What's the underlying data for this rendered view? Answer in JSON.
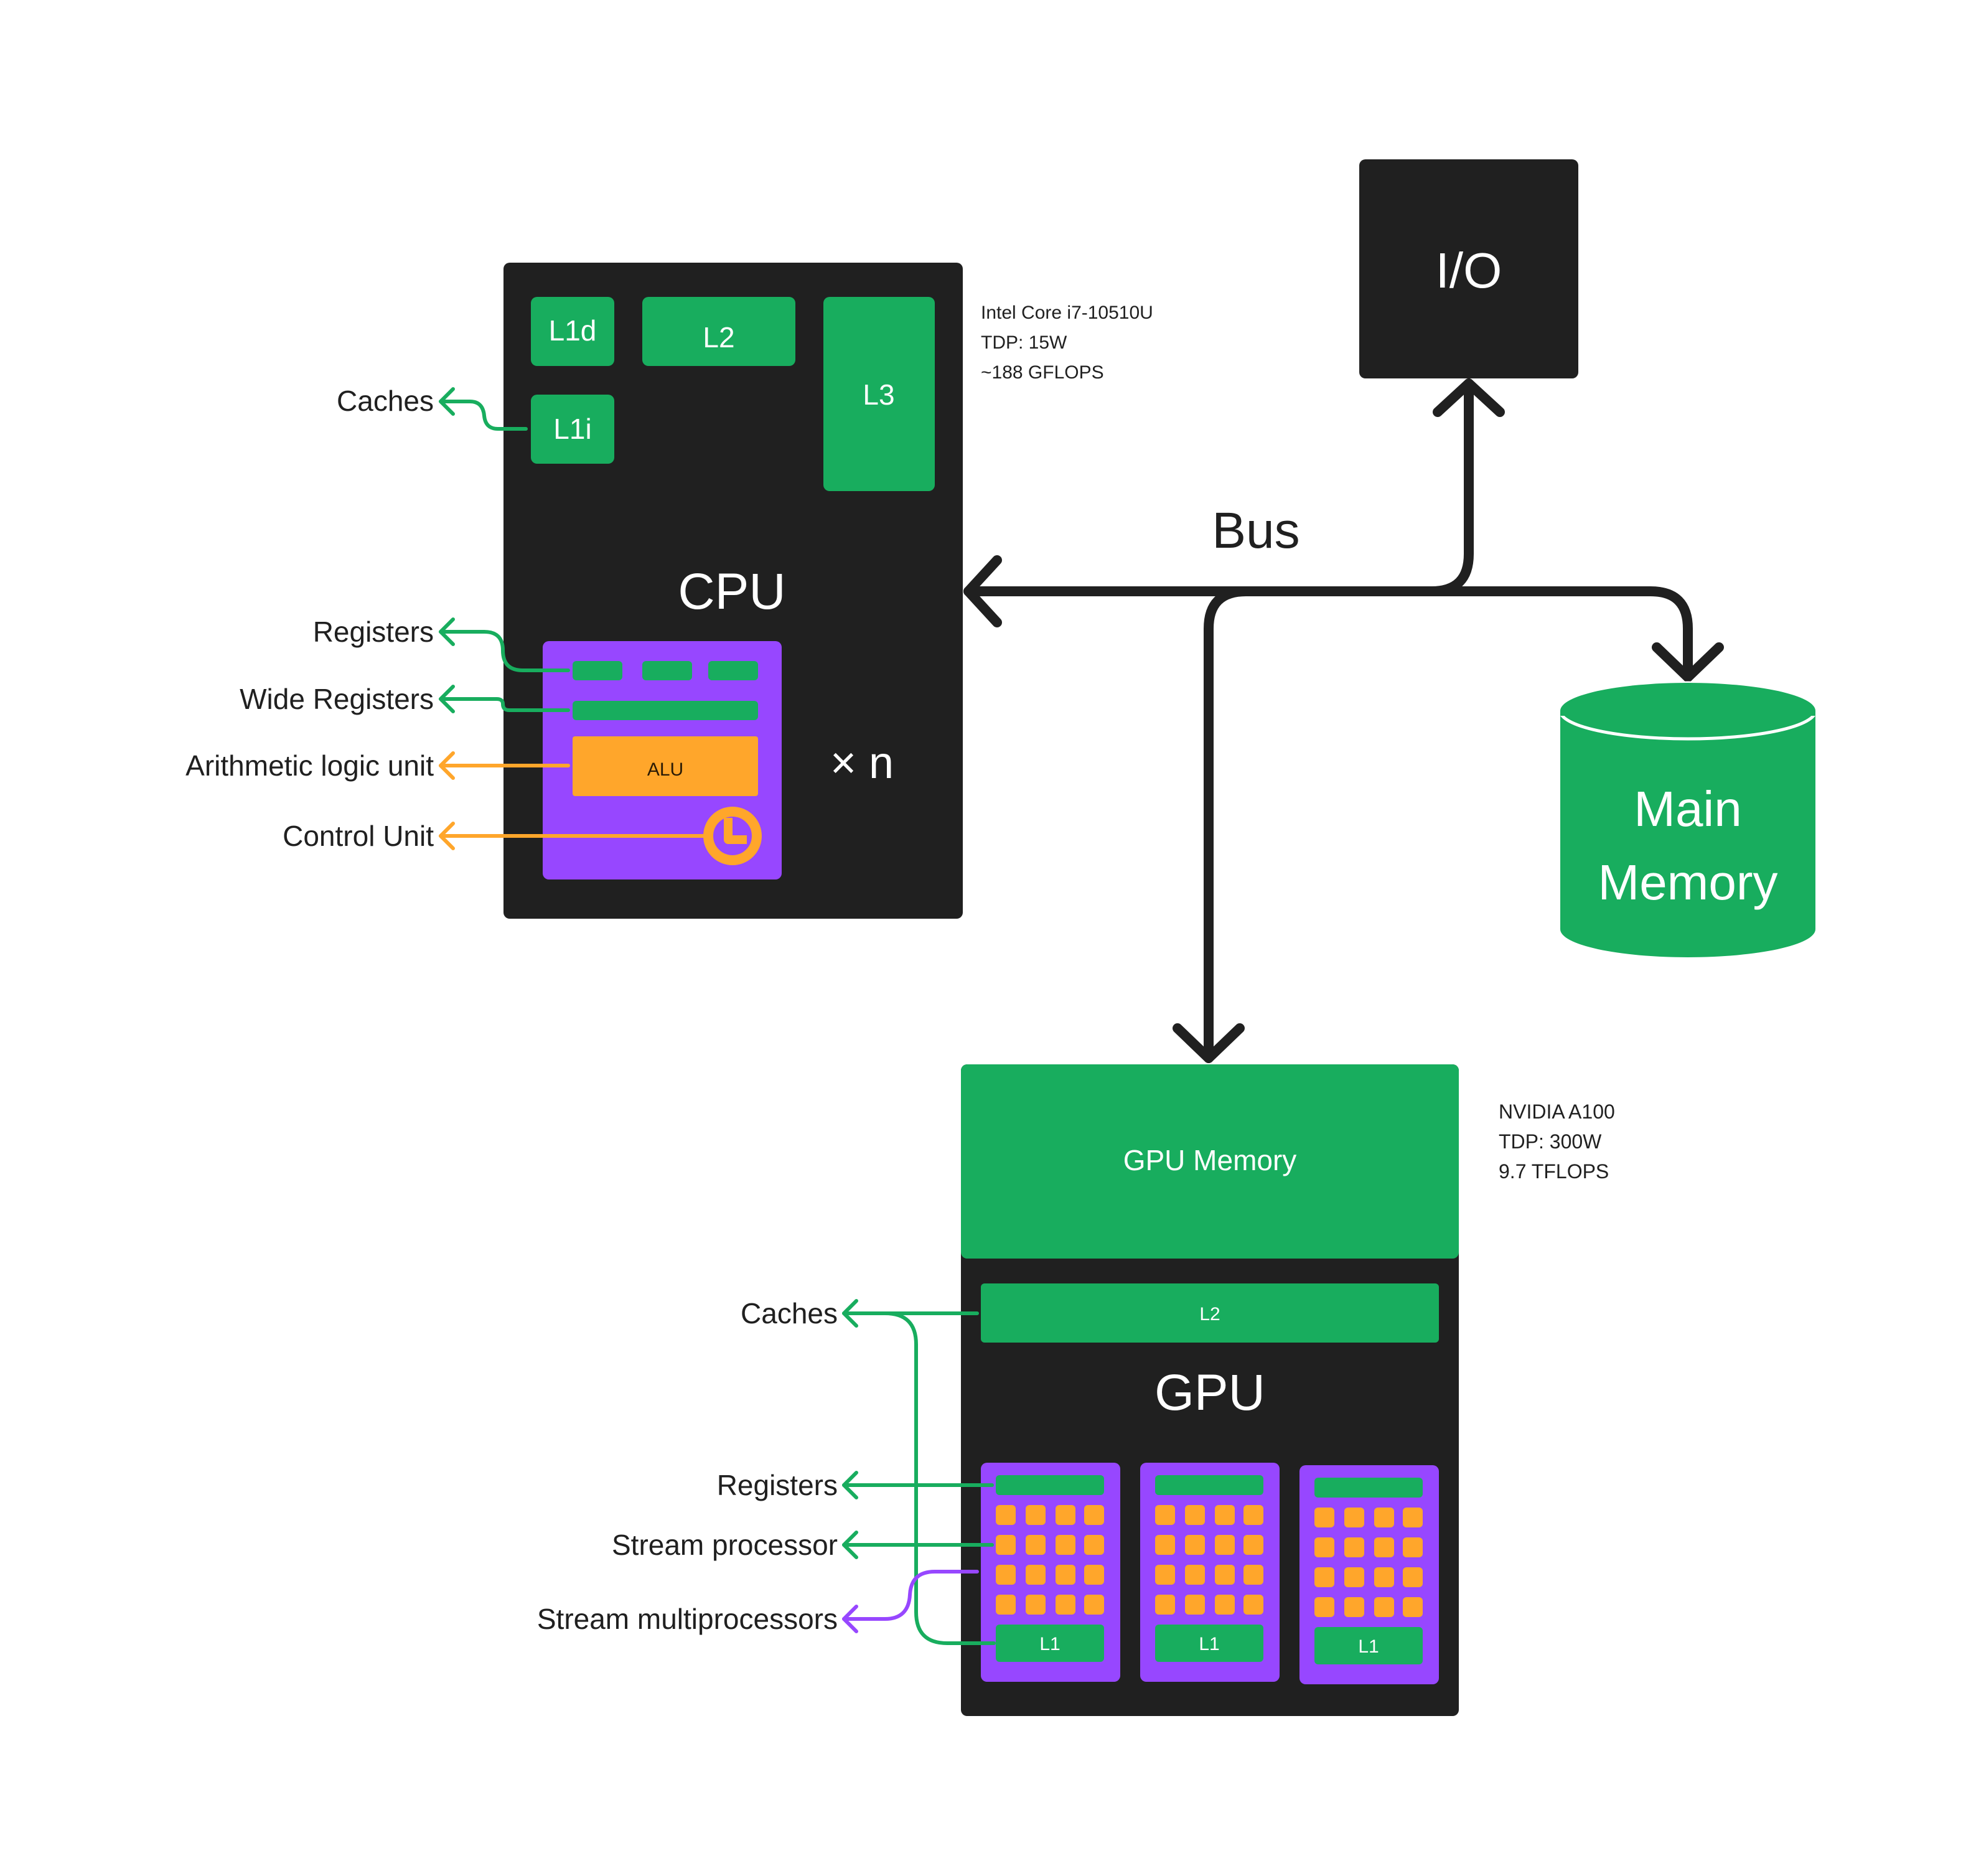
{
  "colors": {
    "dark": "#202020",
    "green": "#18ad5e",
    "purple": "#9747ff",
    "orange": "#ffa62b",
    "background": "#ffffff"
  },
  "bus": {
    "label": "Bus"
  },
  "io": {
    "label": "I/O"
  },
  "main_memory": {
    "line1": "Main",
    "line2": "Memory"
  },
  "cpu": {
    "label": "CPU",
    "multiplier": "× n",
    "specs": [
      "Intel Core i7-10510U",
      "TDP: 15W",
      "~188 GFLOPS"
    ],
    "caches": {
      "l1d": "L1d",
      "l1i": "L1i",
      "l2": "L2",
      "l3": "L3"
    },
    "core": {
      "alu": "ALU",
      "register_count": 3,
      "control_unit_icon": "clock-icon"
    },
    "annotations": {
      "caches": "Caches",
      "registers": "Registers",
      "wide_registers": "Wide Registers",
      "alu": "Arithmetic logic unit",
      "control_unit": "Control Unit"
    }
  },
  "gpu": {
    "label": "GPU",
    "memory_label": "GPU Memory",
    "l2": "L2",
    "specs": [
      "NVIDIA A100",
      "TDP: 300W",
      "9.7 TFLOPS"
    ],
    "streaming_multiprocessors": [
      {
        "l1": "L1",
        "processor_grid": [
          4,
          4
        ]
      },
      {
        "l1": "L1",
        "processor_grid": [
          4,
          4
        ]
      },
      {
        "l1": "L1",
        "processor_grid": [
          4,
          4
        ]
      }
    ],
    "annotations": {
      "caches": "Caches",
      "registers": "Registers",
      "stream_processor": "Stream processor",
      "stream_multiprocessors": "Stream multiprocessors"
    }
  }
}
